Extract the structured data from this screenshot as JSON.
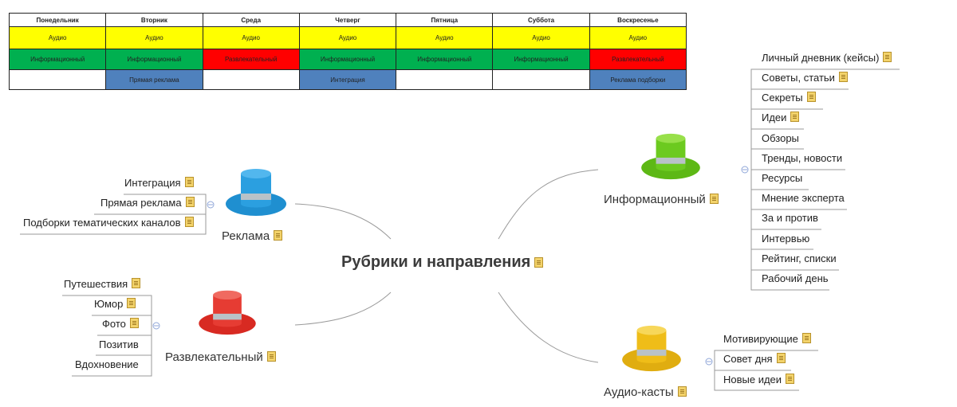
{
  "schedule": {
    "days": [
      "Понедельник",
      "Вторник",
      "Среда",
      "Четверг",
      "Пятница",
      "Суббота",
      "Воскресенье"
    ],
    "audio": [
      "Аудио",
      "Аудио",
      "Аудио",
      "Аудио",
      "Аудио",
      "Аудио",
      "Аудио"
    ],
    "types": [
      {
        "text": "Информационный",
        "color": "green"
      },
      {
        "text": "Информационный",
        "color": "green"
      },
      {
        "text": "Развлекательный",
        "color": "red"
      },
      {
        "text": "Информационный",
        "color": "green"
      },
      {
        "text": "Информационный",
        "color": "green"
      },
      {
        "text": "Информационный",
        "color": "green"
      },
      {
        "text": "Развлекательный",
        "color": "red"
      }
    ],
    "extra": [
      {
        "text": "",
        "color": "white"
      },
      {
        "text": "Прямая реклама",
        "color": "blue"
      },
      {
        "text": "",
        "color": "white"
      },
      {
        "text": "Интеграция",
        "color": "blue"
      },
      {
        "text": "",
        "color": "white"
      },
      {
        "text": "",
        "color": "white"
      },
      {
        "text": "Реклама подборки",
        "color": "blue"
      }
    ]
  },
  "colors": {
    "yellow": "#ffff00",
    "green": "#00b050",
    "red": "#ff0000",
    "blue": "#4f81bd",
    "hat_blue": "#1f8fd0",
    "hat_green": "#5db815",
    "hat_red": "#e0302a",
    "hat_gold": "#e0ad10"
  },
  "mindmap": {
    "central": "Рубрики и направления",
    "reklama": {
      "label": "Реклама",
      "icon": "hat-icon",
      "items": [
        "Интеграция",
        "Прямая реклама",
        "Подборки тематических каналов"
      ]
    },
    "razvlek": {
      "label": "Развлекательный",
      "icon": "hat-icon",
      "items": [
        "Путешествия",
        "Юмор",
        "Фото",
        "Позитив",
        "Вдохновение"
      ]
    },
    "inform": {
      "label": "Информационный",
      "icon": "hat-icon",
      "items": [
        "Личный дневник (кейсы)",
        "Советы, статьи",
        "Секреты",
        "Идеи",
        "Обзоры",
        "Тренды, новости",
        "Ресурсы",
        "Мнение эксперта",
        "За и против",
        "Интервью",
        "Рейтинг, списки",
        "Рабочий день"
      ]
    },
    "audio": {
      "label": "Аудио-касты",
      "icon": "hat-icon",
      "items": [
        "Мотивирующие",
        "Совет дня",
        "Новые идеи"
      ]
    }
  }
}
